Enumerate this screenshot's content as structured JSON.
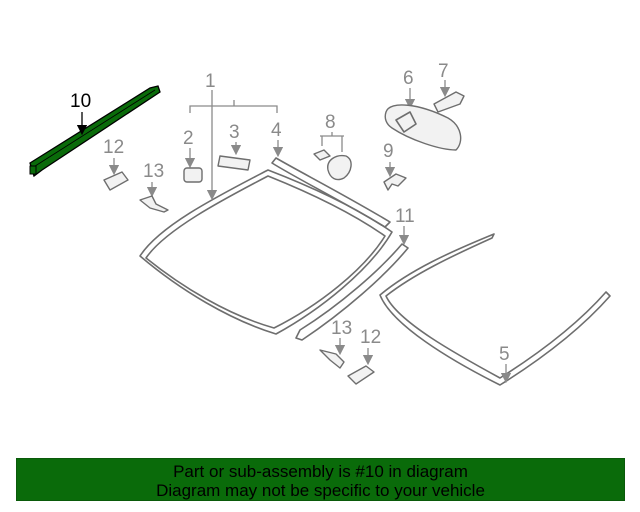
{
  "diagram": {
    "callouts": {
      "c1": "1",
      "c2": "2",
      "c3": "3",
      "c4": "4",
      "c5": "5",
      "c6": "6",
      "c7": "7",
      "c8": "8",
      "c9": "9",
      "c10": "10",
      "c11": "11",
      "c12a": "12",
      "c12b": "12",
      "c13a": "13",
      "c13b": "13"
    },
    "highlight_color": "#0a6b0a"
  },
  "banner": {
    "line1": "Part or sub-assembly is #10 in diagram",
    "line2": "Diagram may not be specific to your vehicle",
    "background": "#0a6b0a"
  }
}
